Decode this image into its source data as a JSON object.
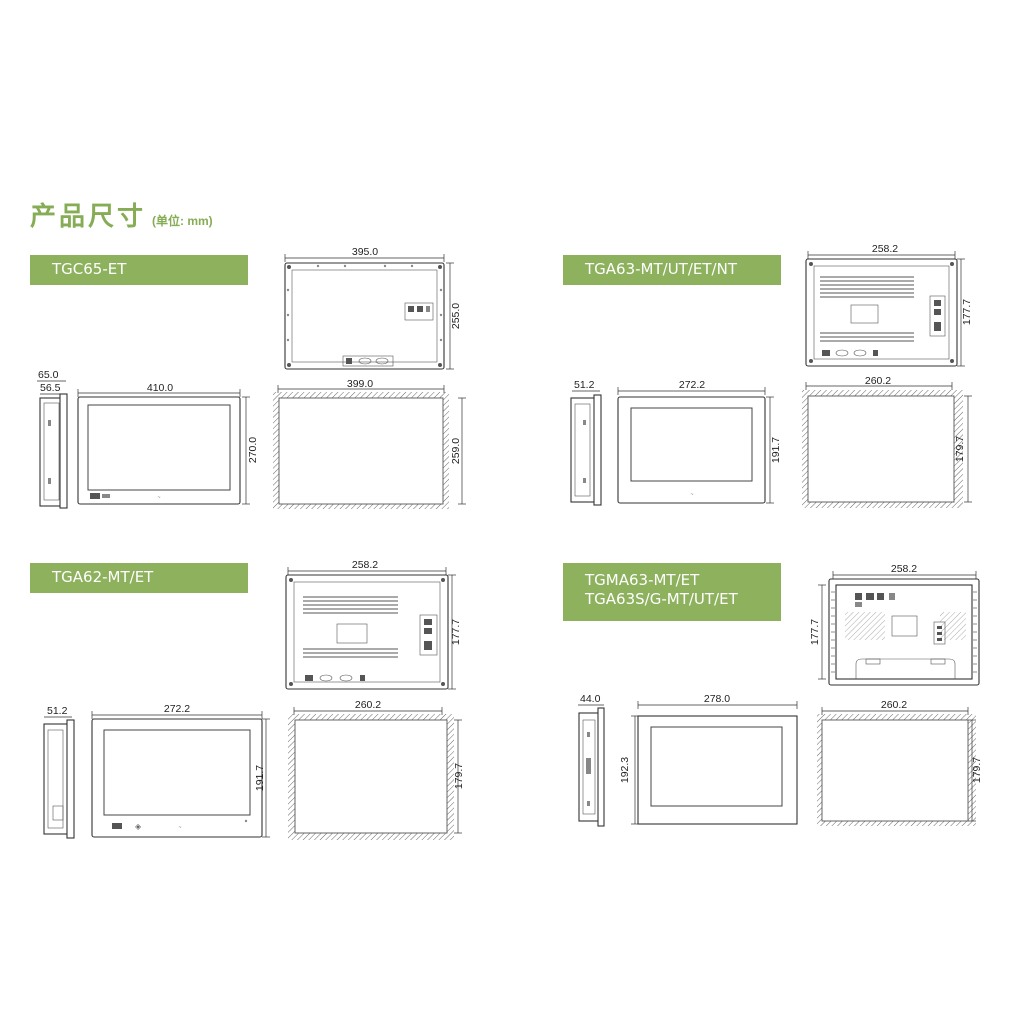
{
  "header": {
    "title": "产品尺寸",
    "unit": "(单位: mm)"
  },
  "models": [
    {
      "id": "tgc65",
      "banner": [
        "TGC65-ET"
      ],
      "dims": {
        "rear_w": "395.0",
        "rear_h": "255.0",
        "side_depth": "65.0",
        "side_body": "56.5",
        "front_w": "410.0",
        "front_h": "270.0",
        "cut_w": "399.0",
        "cut_h": "259.0"
      }
    },
    {
      "id": "tga63",
      "banner": [
        "TGA63-MT/UT/ET/NT"
      ],
      "dims": {
        "rear_w": "258.2",
        "rear_h": "177.7",
        "side_depth": "51.2",
        "front_w": "272.2",
        "front_h": "191.7",
        "cut_w": "260.2",
        "cut_h": "179.7"
      }
    },
    {
      "id": "tga62",
      "banner": [
        "TGA62-MT/ET"
      ],
      "dims": {
        "rear_w": "258.2",
        "rear_h": "177.7",
        "side_depth": "51.2",
        "front_w": "272.2",
        "front_h": "191.7",
        "cut_w": "260.2",
        "cut_h": "179.7"
      }
    },
    {
      "id": "tgma63",
      "banner": [
        "TGMA63-MT/ET",
        "TGA63S/G-MT/UT/ET"
      ],
      "dims": {
        "rear_w": "258.2",
        "rear_h": "177.7",
        "side_depth": "44.0",
        "front_w": "278.0",
        "front_h": "192.3",
        "cut_w": "260.2",
        "cut_h": "179.7"
      }
    }
  ]
}
